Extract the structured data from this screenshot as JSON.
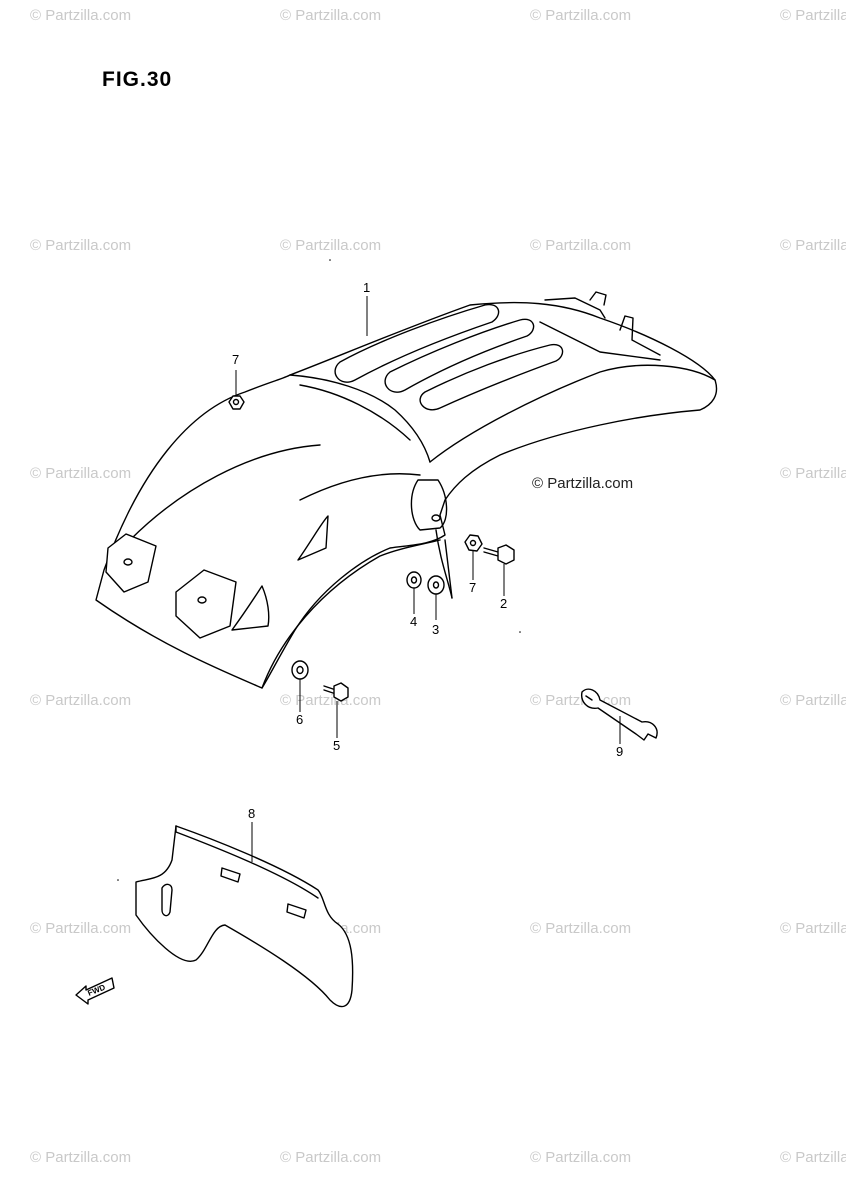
{
  "figure": {
    "title": "FIG.30",
    "credit": "© Partzilla.com",
    "watermark": "© Partzilla.com",
    "front_marker": "FWD"
  },
  "callouts": {
    "rear_fender": "1",
    "bolt_2": "2",
    "washer_3": "3",
    "washer_4": "4",
    "bolt_5": "5",
    "washer_6": "6",
    "nut_7_top": "7",
    "nut_7_side": "7",
    "license_plate_bracket": "8",
    "wrench": "9"
  },
  "colors": {
    "line": "#000000",
    "watermark": "#c9c9c9",
    "background": "#ffffff"
  }
}
